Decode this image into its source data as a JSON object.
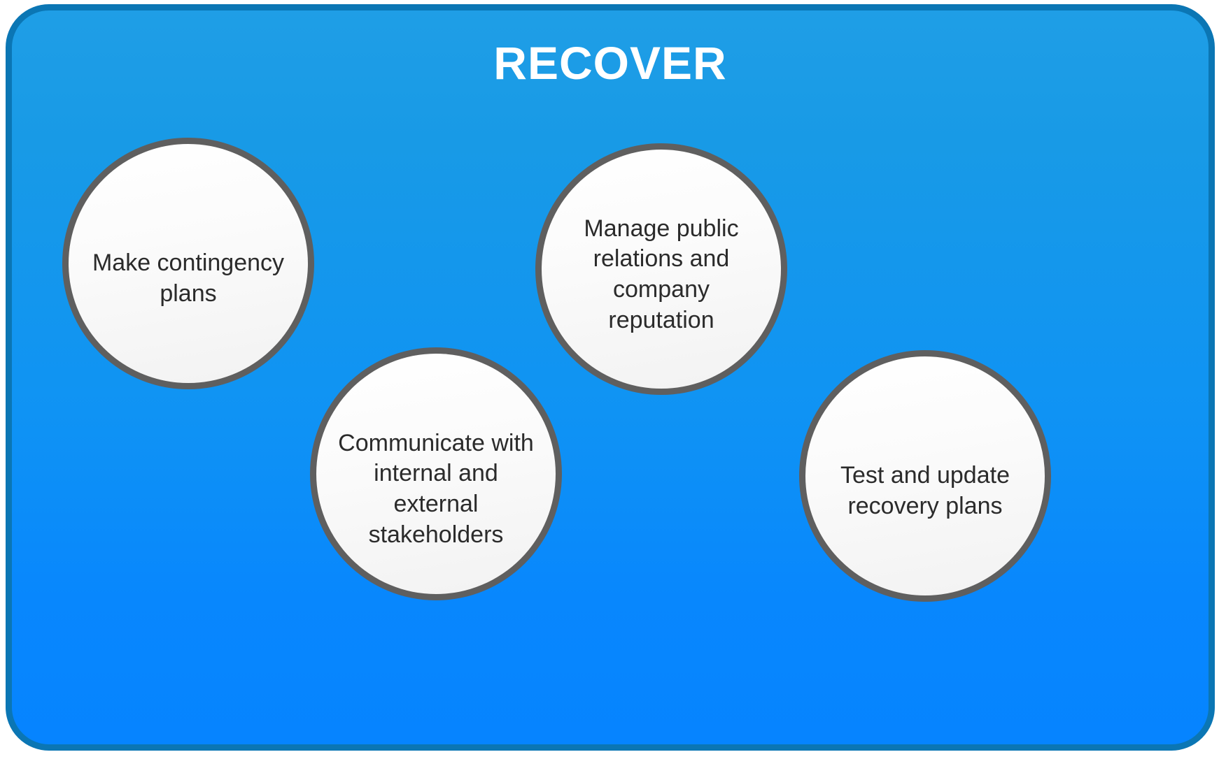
{
  "frame": {
    "title": "RECOVER",
    "background_gradient_top": "#1F9EE6",
    "background_gradient_bottom": "#0684FF",
    "border_color": "#0B76B4",
    "title_color": "#FFFFFF"
  },
  "bubbles": [
    {
      "id": "make-contingency-plans",
      "text": "Make contingency\nplans",
      "fill": "#F7F7F7",
      "border_color": "#5F5F5F",
      "text_color": "#2B2B2B"
    },
    {
      "id": "manage-public-relations",
      "text": "Manage public\nrelations and\ncompany\nreputation",
      "fill": "#F7F7F7",
      "border_color": "#5F5F5F",
      "text_color": "#2B2B2B"
    },
    {
      "id": "communicate-with-stakeholders",
      "text": "Communicate with\ninternal and external\nstakeholders",
      "fill": "#F7F7F7",
      "border_color": "#5F5F5F",
      "text_color": "#2B2B2B"
    },
    {
      "id": "test-and-update-recovery-plans",
      "text": "Test and update\nrecovery plans",
      "fill": "#F7F7F7",
      "border_color": "#5F5F5F",
      "text_color": "#2B2B2B"
    }
  ]
}
